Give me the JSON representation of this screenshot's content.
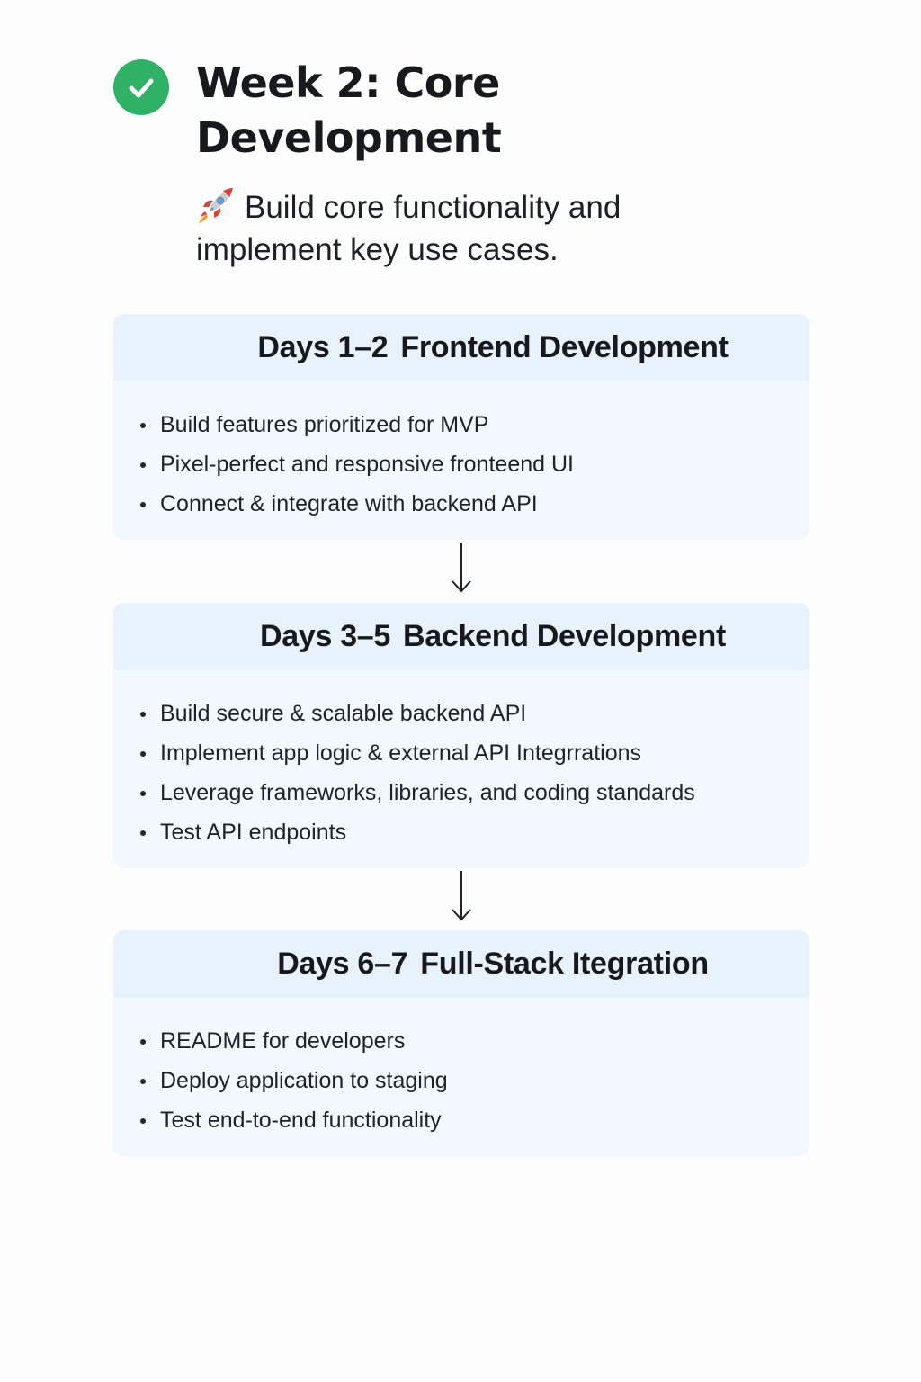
{
  "header": {
    "title": "Week 2: Core Development",
    "subtitle": "Build core functionality and implement key use cases.",
    "check_icon": "check-circle-icon",
    "rocket_icon": "rocket-emoji-icon"
  },
  "phases": [
    {
      "days": "Days 1–2",
      "name": "Frontend Development",
      "items": [
        "Build features prioritized for MVP",
        "Pixel-perfect and responsive fronteend UI",
        "Connect & integrate with backend API"
      ]
    },
    {
      "days": "Days 3–5",
      "name": "Backend Development",
      "items": [
        "Build secure & scalable backend API",
        "Implement app logic & external API Integrrations",
        "Leverage frameworks, libraries, and coding standards",
        "Test API endpoints"
      ]
    },
    {
      "days": "Days 6–7",
      "name": "Full-Stack Itegration",
      "items": [
        "README for developers",
        "Deploy application to  staging",
        "Test end-to-end functionality"
      ]
    }
  ],
  "colors": {
    "check_badge": "#2fb266",
    "card_background": "#f2f8fd",
    "card_header": "#e7f2fc",
    "text": "#1a1d21"
  },
  "connector_icon": "arrow-down-icon"
}
